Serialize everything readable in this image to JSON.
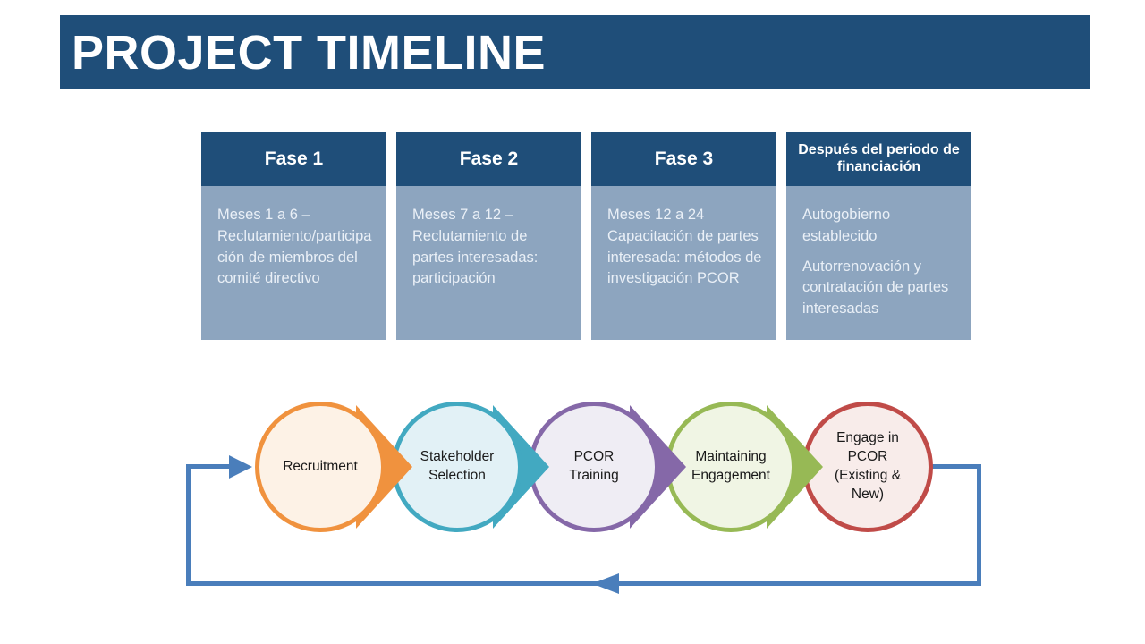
{
  "slide": {
    "title": "PROJECT TIMELINE"
  },
  "phases": {
    "columns": [
      {
        "header": "Fase 1",
        "body": [
          "Meses 1 a 6 – Reclutamiento/participación de miembros del comité directivo"
        ]
      },
      {
        "header": "Fase 2",
        "body": [
          "Meses 7 a 12 – Reclutamiento de partes interesadas: participación"
        ]
      },
      {
        "header": "Fase 3",
        "body": [
          "Meses 12 a 24 Capacitación de partes interesada: métodos de investigación PCOR"
        ]
      },
      {
        "header": "Después del periodo de financiación",
        "body": [
          "Autogobierno establecido",
          "Autorrenovación y contratación de partes interesadas"
        ]
      }
    ]
  },
  "process_flow": {
    "steps": [
      {
        "label": "Recruitment",
        "stroke": "#F0923E",
        "fill": "#FDF2E6"
      },
      {
        "label": "Stakeholder Selection",
        "stroke": "#42A9C1",
        "fill": "#E2F1F6"
      },
      {
        "label": "PCOR Training",
        "stroke": "#8568A8",
        "fill": "#EFEDF4"
      },
      {
        "label": "Maintaining Engagement",
        "stroke": "#97B955",
        "fill": "#F0F5E4"
      },
      {
        "label": "Engage in PCOR (Existing & New)",
        "stroke": "#C04B48",
        "fill": "#F8ECEA"
      }
    ],
    "loop_color": "#4A7EBB"
  },
  "colors": {
    "background": "#FFFFFF",
    "dark_blue": "#1F4E79",
    "column_body": "#8DA5BF",
    "title_text": "#FFFFFF",
    "body_text": "#EAF0F7",
    "circle_label": "#1A1A1A"
  }
}
